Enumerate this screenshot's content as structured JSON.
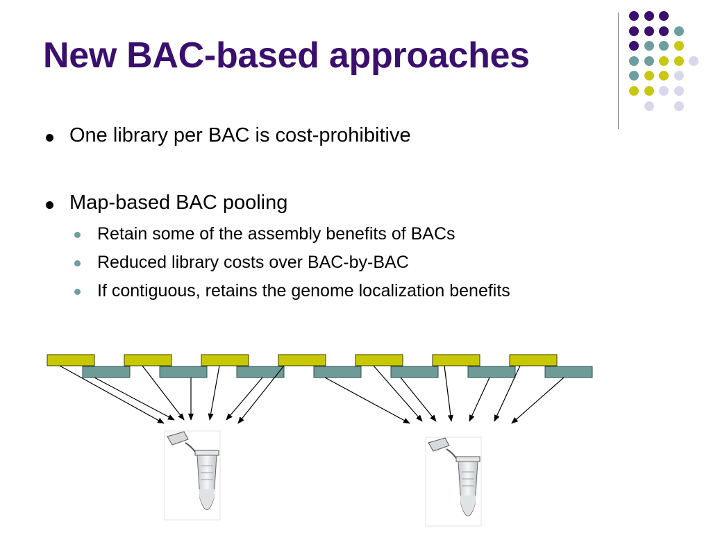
{
  "slide": {
    "title": "New BAC-based approaches",
    "bullets": [
      {
        "text": "One library per BAC is cost-prohibitive",
        "subitems": []
      },
      {
        "text": "Map-based BAC pooling",
        "subitems": [
          "Retain some of the assembly benefits of BACs",
          "Reduced library costs over BAC-by-BAC",
          "If contiguous, retains the genome localization benefits"
        ]
      }
    ]
  },
  "theme": {
    "title_color": "#3a0f6e",
    "accent_purple": "#3a0f6e",
    "accent_teal": "#6e9fa0",
    "accent_yellow": "#c8c812",
    "accent_lavender": "#d8d8ec",
    "bac_yellow": "#c8c800",
    "bac_teal": "#6e9a98"
  },
  "decoration": {
    "dot_grid_colors": [
      [
        "purple",
        "purple",
        "purple",
        null
      ],
      [
        "purple",
        "purple",
        "purple",
        "teal"
      ],
      [
        "purple",
        "teal",
        "teal",
        "yellow"
      ],
      [
        "teal",
        "teal",
        "yellow",
        "yellow",
        "lavender"
      ],
      [
        "teal",
        "yellow",
        "yellow",
        "lavender"
      ],
      [
        "yellow",
        "yellow",
        "lavender",
        "lavender"
      ],
      [
        null,
        "lavender",
        null,
        "lavender"
      ]
    ]
  },
  "diagram": {
    "bac_top_row_count": 7,
    "bac_bottom_row_count": 7,
    "pool_count": 2,
    "icons": [
      "bac-clone",
      "microcentrifuge-tube",
      "arrow"
    ]
  }
}
